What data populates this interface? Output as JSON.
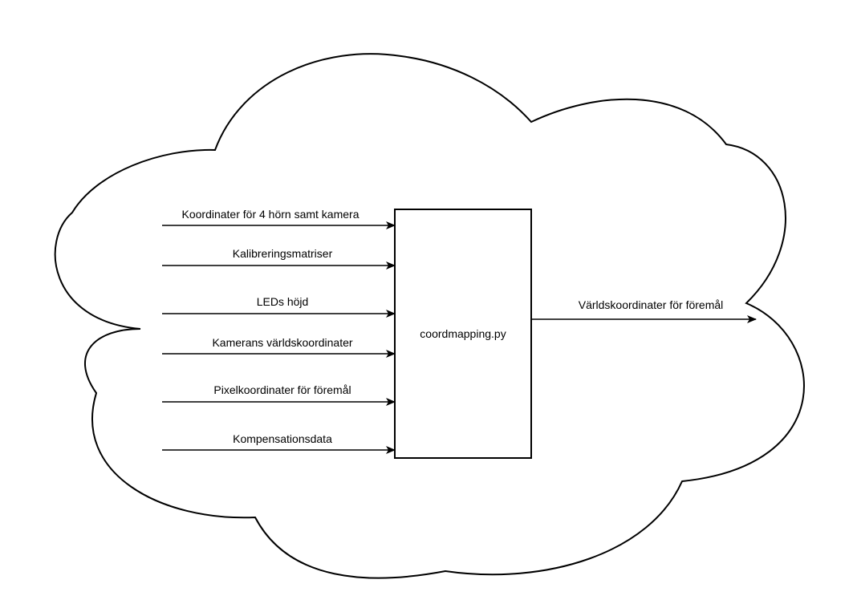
{
  "diagram": {
    "process_label": "coordmapping.py",
    "inputs": [
      "Koordinater för 4 hörn samt kamera",
      "Kalibreringsmatriser",
      "LEDs höjd",
      "Kamerans världskoordinater",
      "Pixelkoordinater för föremål",
      "Kompensationsdata"
    ],
    "output": "Världskoordinater för föremål"
  }
}
